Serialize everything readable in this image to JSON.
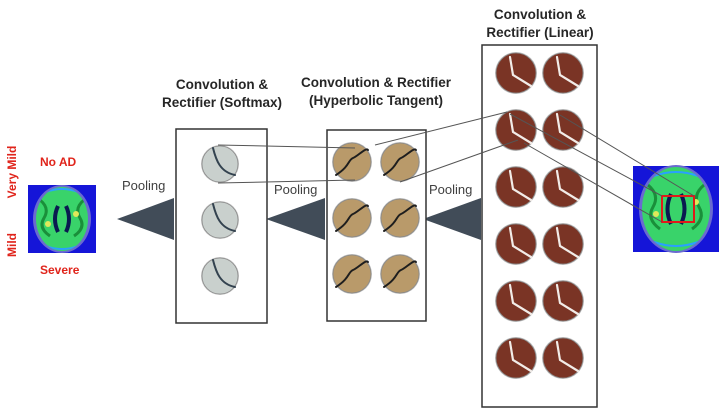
{
  "layers": {
    "softmax": {
      "title_line1": "Convolution &",
      "title_line2": "Rectifier (Softmax)",
      "filter_count": 3
    },
    "tanh": {
      "title_line1": "Convolution & Rectifier",
      "title_line2": "(Hyperbolic Tangent)",
      "filter_count": 6
    },
    "linear": {
      "title_line1": "Convolution &",
      "title_line2": "Rectifier (Linear)",
      "filter_count": 12
    }
  },
  "pooling_labels": [
    "Pooling",
    "Pooling",
    "Pooling"
  ],
  "classes": {
    "no_ad": "No AD",
    "very_mild": "Very Mild",
    "mild": "Mild",
    "severe": "Severe"
  },
  "colors": {
    "softmax_filter": "#c9d0cd",
    "tanh_filter": "#b99a6a",
    "linear_filter": "#7a3425",
    "arrow": "#414c58",
    "class_text": "#e0241b",
    "mri_background": "#1515d8",
    "mri_tissue": "#39d36a",
    "roi_box": "#e01a1a"
  },
  "icons": [
    "mri-output-icon",
    "mri-input-icon"
  ]
}
